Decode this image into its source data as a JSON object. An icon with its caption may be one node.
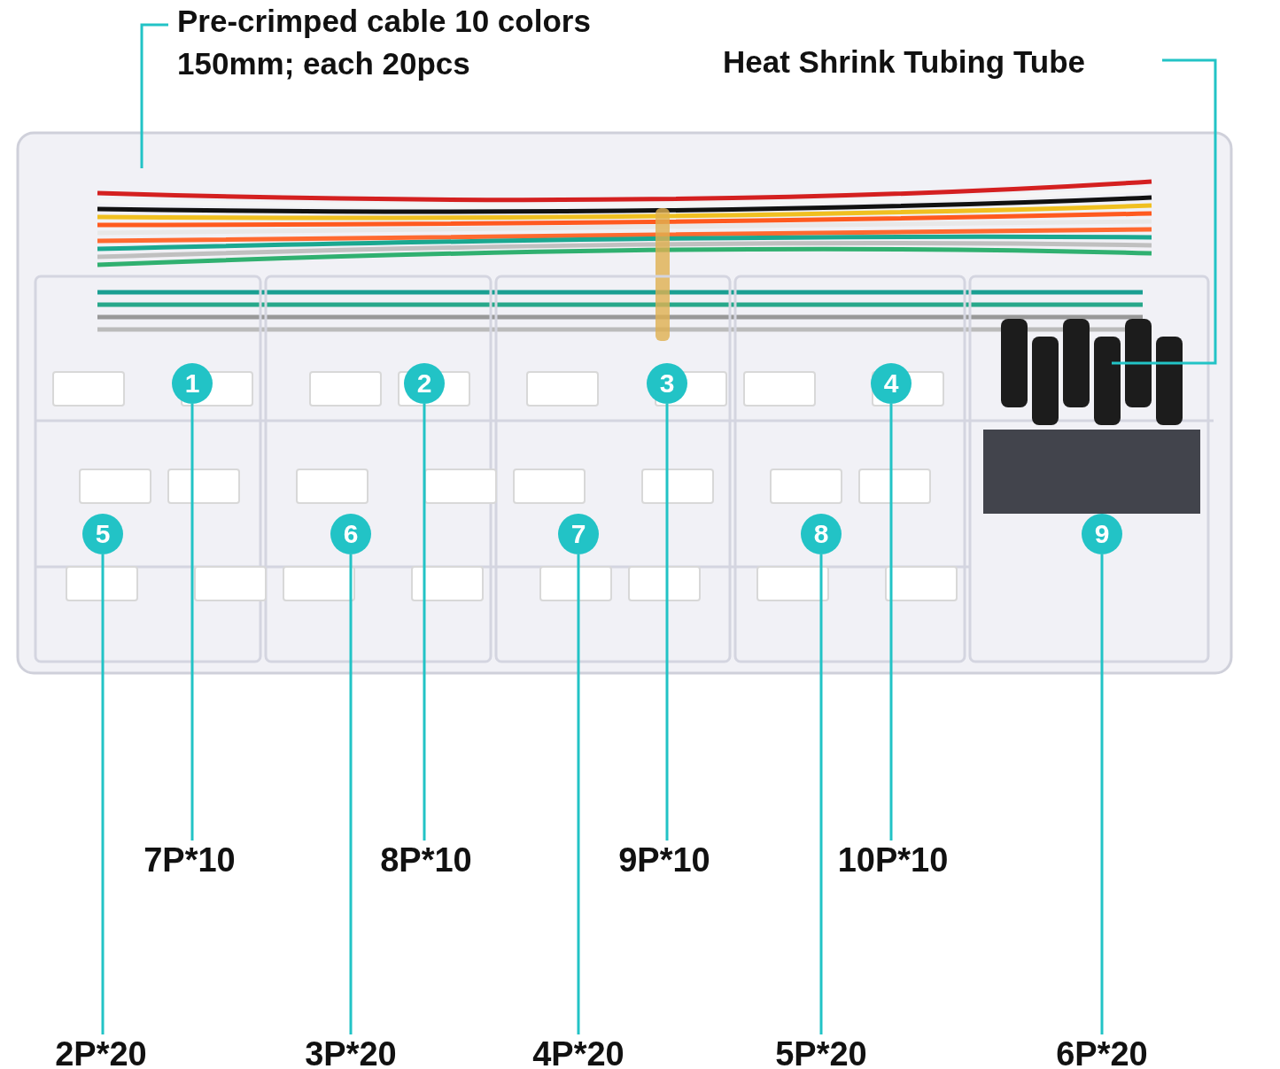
{
  "diagram": {
    "nodes": [
      {
        "text": [
          "Pre-crimped cable 10 colors 150mm; each 20pcs"
        ]
      },
      {
        "text": [
          "Heat Shrink Tubing Tube"
        ]
      },
      {
        "text": [
          "1"
        ]
      },
      {
        "text": [
          "2"
        ]
      },
      {
        "text": [
          "3"
        ]
      },
      {
        "text": [
          "4"
        ]
      },
      {
        "text": [
          "5"
        ]
      },
      {
        "text": [
          "6"
        ]
      },
      {
        "text": [
          "7"
        ]
      },
      {
        "text": [
          "8"
        ]
      },
      {
        "text": [
          "9"
        ]
      },
      {
        "text": [
          "7P*10"
        ]
      },
      {
        "text": [
          "8P*10"
        ]
      },
      {
        "text": [
          "9P*10"
        ]
      },
      {
        "text": [
          "10P*10"
        ]
      },
      {
        "text": [
          "2P*20"
        ]
      },
      {
        "text": [
          "3P*20"
        ]
      },
      {
        "text": [
          "4P*20"
        ]
      },
      {
        "text": [
          "5P*20"
        ]
      },
      {
        "text": [
          "6P*20"
        ]
      }
    ],
    "edges": [
      {
        "from": 0,
        "to": null,
        "arrow": "none"
      },
      {
        "from": 1,
        "to": null,
        "arrow": "none"
      },
      {
        "from": 2,
        "to": 11,
        "arrow": "none"
      },
      {
        "from": 3,
        "to": 12,
        "arrow": "none"
      },
      {
        "from": 4,
        "to": 13,
        "arrow": "none"
      },
      {
        "from": 5,
        "to": 14,
        "arrow": "none"
      },
      {
        "from": 6,
        "to": 15,
        "arrow": "none"
      },
      {
        "from": 7,
        "to": 16,
        "arrow": "none"
      },
      {
        "from": 8,
        "to": 17,
        "arrow": "none"
      },
      {
        "from": 9,
        "to": 18,
        "arrow": "none"
      },
      {
        "from": 10,
        "to": 19,
        "arrow": "none"
      }
    ]
  }
}
